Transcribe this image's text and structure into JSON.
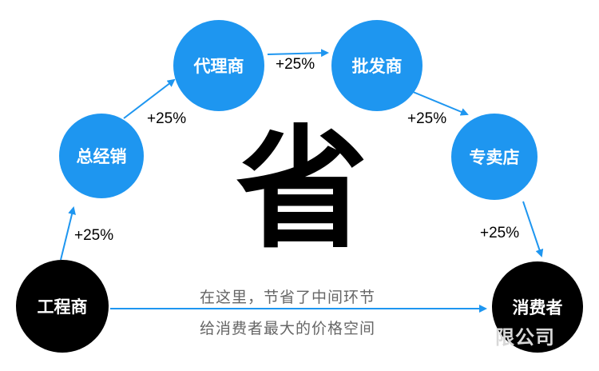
{
  "nodes": {
    "engineer": "工程商",
    "general_distributor": "总经销",
    "agent": "代理商",
    "wholesaler": "批发商",
    "specialty_store": "专卖店",
    "consumer": "消费者"
  },
  "markups": [
    "+25%",
    "+25%",
    "+25%",
    "+25%",
    "+25%"
  ],
  "center_char": "省",
  "note": {
    "line1": "在这里，节省了中间环节",
    "line2": "给消费者最大的价格空间"
  },
  "watermark": "限公司",
  "colors": {
    "blue_node": "#1e96f0",
    "black_node": "#000000",
    "arrow": "#1e96f0"
  }
}
